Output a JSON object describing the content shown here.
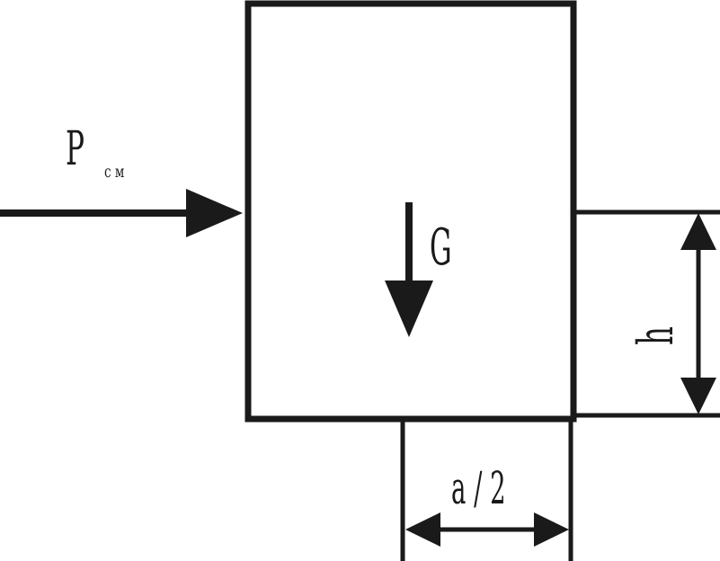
{
  "labels": {
    "force_push": "P",
    "force_push_subscript": "с м",
    "weight": "G",
    "height": "h",
    "half_width": "a / 2"
  },
  "colors": {
    "ink": "#1a1a1a",
    "background": "#ffffff"
  }
}
